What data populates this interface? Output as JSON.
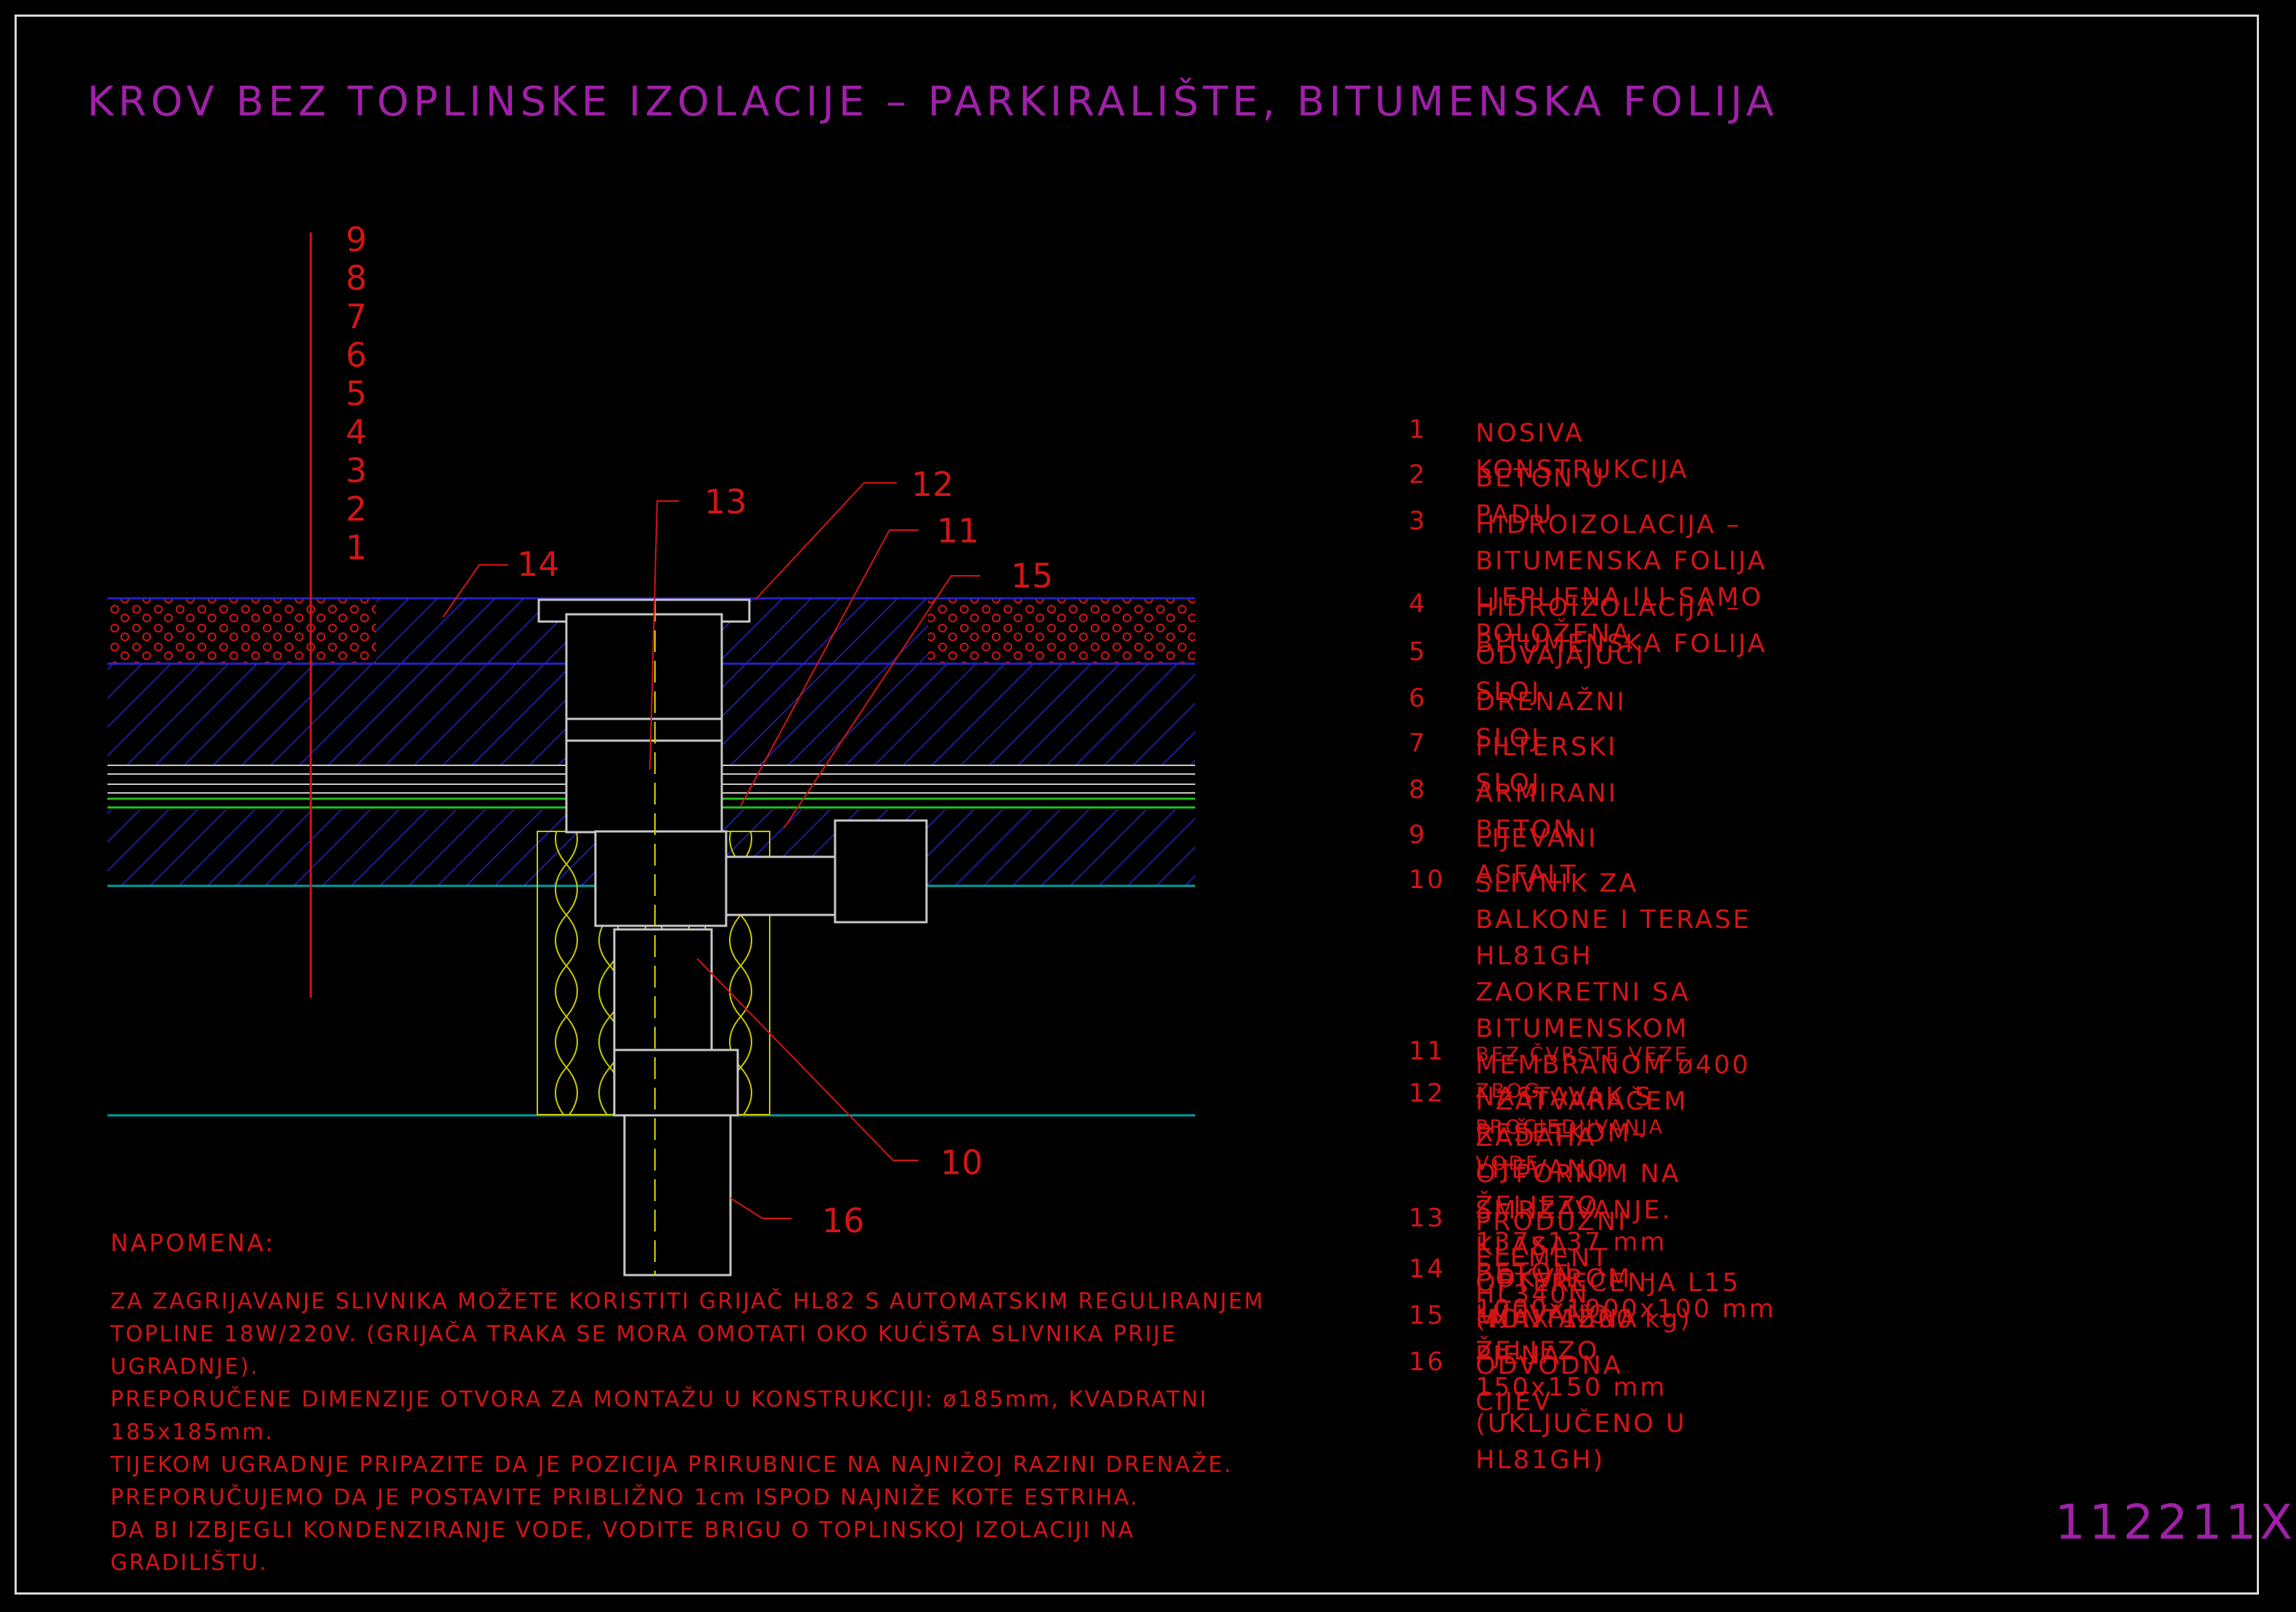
{
  "title": "KROV BEZ TOPLINSKE IZOLACIJE – PARKIRALIŠTE, BITUMENSKA FOLIJA",
  "drawing_code": "112211X",
  "colors": {
    "title": "#a020a8",
    "text": "#d41414",
    "blue_hatch": "#2424c8",
    "cyan_line": "#00a0a0",
    "green_membrane": "#20c020",
    "yellow_insulation": "#c8c800",
    "gray_drain": "#c8c8c8",
    "frame": "#d9d9d9"
  },
  "layer_scale": [
    "9",
    "8",
    "7",
    "6",
    "5",
    "4",
    "3",
    "2",
    "1"
  ],
  "callouts": [
    {
      "id": "13",
      "label": "13"
    },
    {
      "id": "14",
      "label": "14"
    },
    {
      "id": "12",
      "label": "12"
    },
    {
      "id": "11",
      "label": "11"
    },
    {
      "id": "15",
      "label": "15"
    },
    {
      "id": "10",
      "label": "10"
    },
    {
      "id": "16",
      "label": "16"
    }
  ],
  "legend": [
    {
      "num": "1",
      "text": "NOSIVA KONSTRUKCIJA"
    },
    {
      "num": "2",
      "text": "BETON U PADU"
    },
    {
      "num": "3",
      "text": "HIDROIZOLACIJA – BITUMENSKA FOLIJA\nLJEPLJENA ILI SAMO POLOŽENA"
    },
    {
      "num": "4",
      "text": "HIDROIZOLACIJA – BITUMENSKA FOLIJA"
    },
    {
      "num": "5",
      "text": "ODVAJAJUĆI SLOJ"
    },
    {
      "num": "6",
      "text": "DRENAŽNI SLOJ"
    },
    {
      "num": "7",
      "text": "FILTERSKI SLOJ"
    },
    {
      "num": "8",
      "text": "ARMIRANI BETON"
    },
    {
      "num": "9",
      "text": "LIJEVANI ASFALT"
    },
    {
      "num": "10",
      "text": "SLIVNIK ZA BALKONE I TERASE HL81GH ZAOKRETNI SA\nBITUMENSKOM MEMBRANOM ø400 I ZATVARAČEM ZADAHA\nOTPORNIM NA SMRZAVANJE.\nKLASA OPTEREĆENJA L15 (MAX 1500 kg)"
    },
    {
      "num": "11",
      "text": "BEZ ČVRSTE VEZE ZBOG PROCJEDJIVANJA VODE"
    },
    {
      "num": "12",
      "text": "NASTAVAK S REŠETKOM–LIJEVANO ŽELJEZO 137x137 mm\nI OKVIROM – LIJEVANO ŽELJEZO 150x150 mm\n(UKLJUČENO U  HL81GH)"
    },
    {
      "num": "13",
      "text": "PRODUŽNI ELEMENT HL340N"
    },
    {
      "num": "14",
      "text": "BETON 1000x1000x100 mm"
    },
    {
      "num": "15",
      "text": "MONTAŽNA PJENA"
    },
    {
      "num": "16",
      "text": "ODVODNA CIJEV"
    }
  ],
  "note_heading": "NAPOMENA:",
  "notes": [
    "ZA ZAGRIJAVANJE SLIVNIKA MOŽETE KORISTITI GRIJAČ HL82 S AUTOMATSKIM REGULIRANJEM",
    "TOPLINE 18W/220V. (GRIJAČA TRAKA SE MORA OMOTATI OKO KUĆIŠTA SLIVNIKA PRIJE",
    "UGRADNJE).",
    "PREPORUČENE DIMENZIJE OTVORA ZA MONTAŽU U KONSTRUKCIJI: ø185mm, KVADRATNI",
    "185x185mm.",
    "TIJEKOM UGRADNJE PRIPAZITE DA JE POZICIJA PRIRUBNICE NA NAJNIŽOJ RAZINI DRENAŽE.",
    "PREPORUČUJEMO DA JE POSTAVITE PRIBLIŽNO 1cm ISPOD NAJNIŽE KOTE ESTRIHA.",
    "DA BI IZBJEGLI KONDENZIRANJE VODE, VODITE BRIGU O TOPLINSKOJ IZOLACIJI NA",
    "GRADILIŠTU."
  ]
}
